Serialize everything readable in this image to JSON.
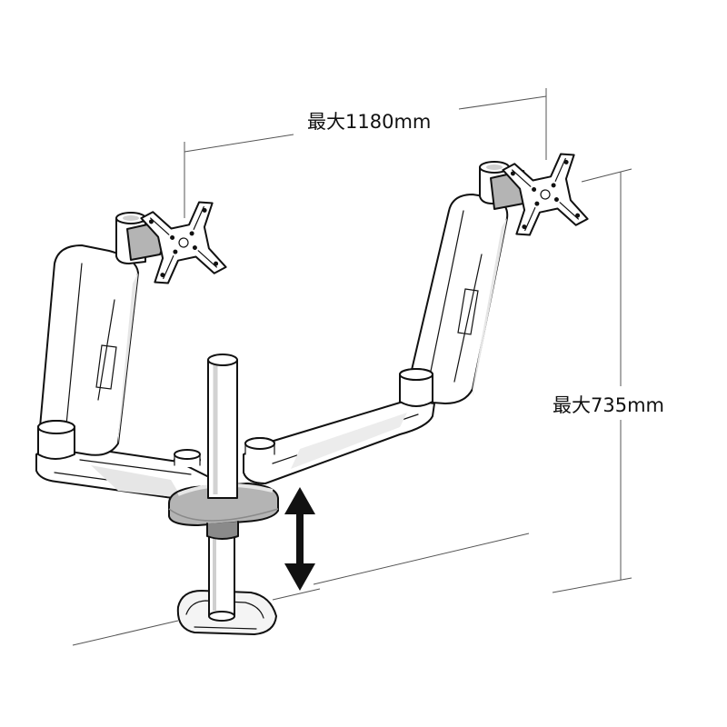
{
  "dimensions": {
    "width_label": "最大1180mm",
    "height_label": "最大735mm"
  },
  "colors": {
    "outline": "#111111",
    "arm_fill": "#ffffff",
    "shade_light": "#e6e6e6",
    "shade_mid": "#b4b4b4",
    "shade_dark": "#8a8a8a",
    "arrow": "#111111"
  },
  "icons": {
    "height_adjust": "double-arrow-vertical"
  }
}
